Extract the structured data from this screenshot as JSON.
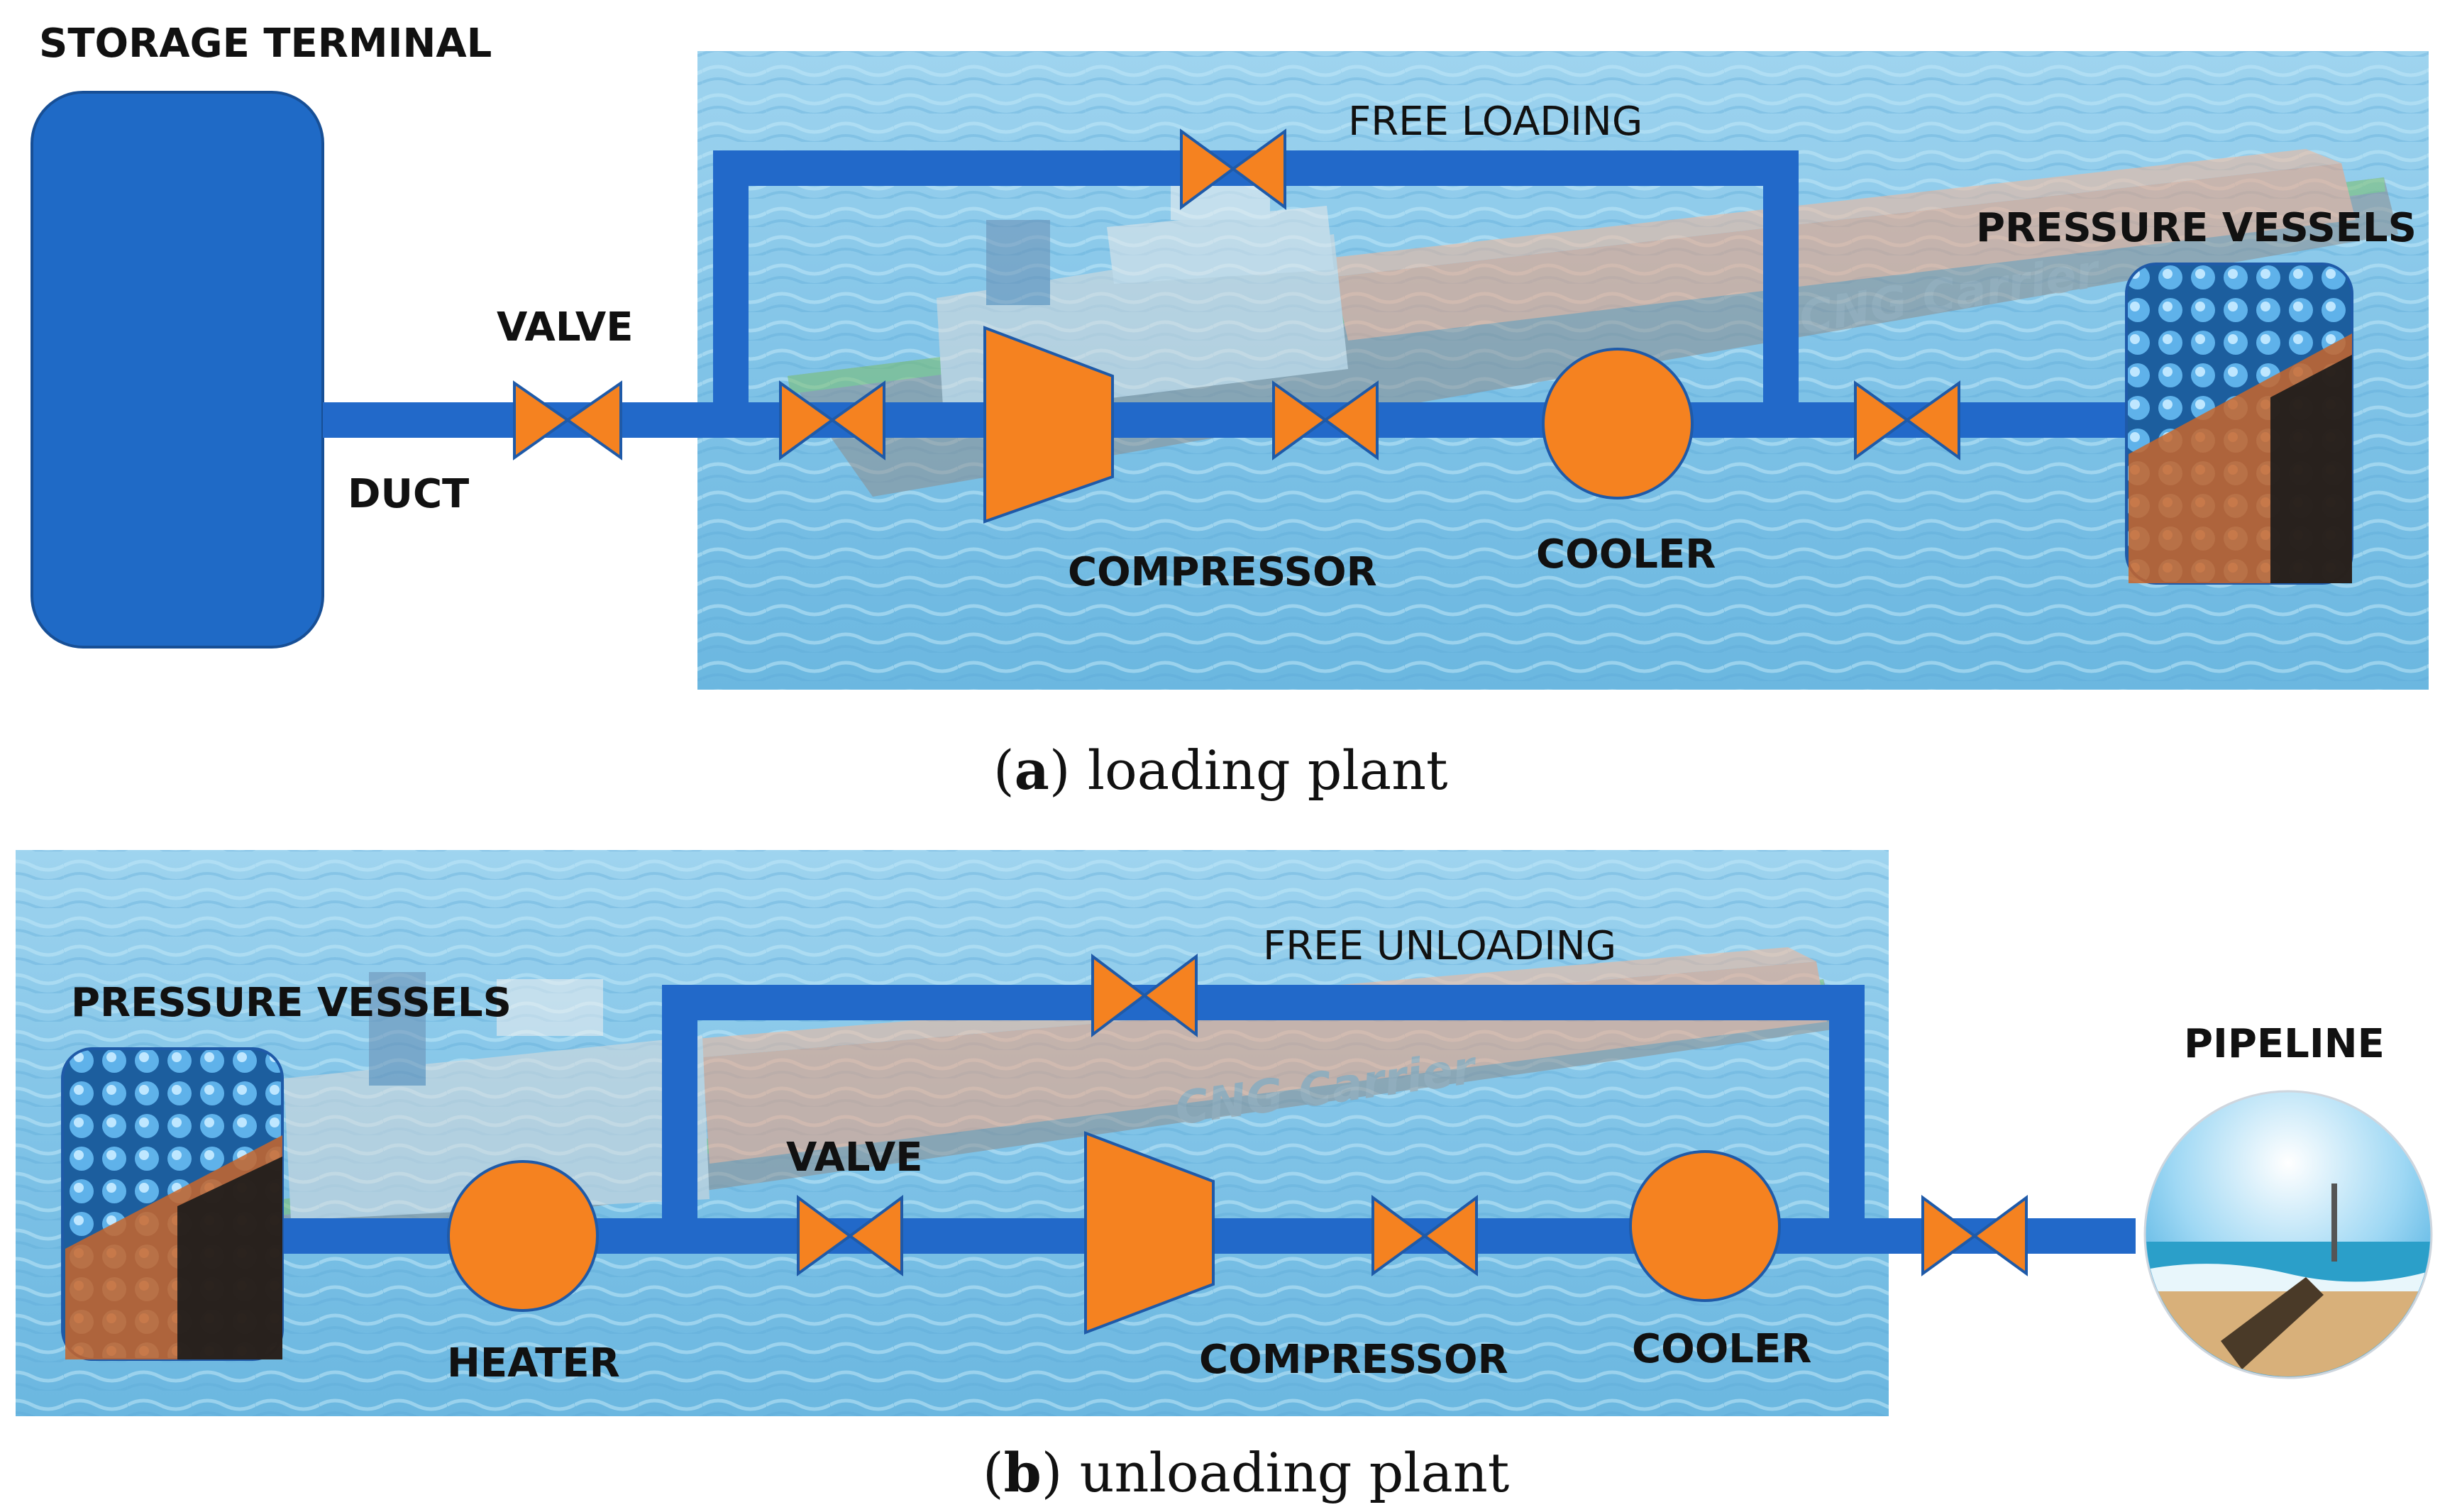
{
  "colors": {
    "pipe": "#2269c9",
    "terminal": "#1f6ac6",
    "equipment": "#f58220",
    "sea": "#7fc3e6",
    "hull_accent": "#f3a27c"
  },
  "panel_a": {
    "storage_terminal": "STORAGE TERMINAL",
    "valve": "VALVE",
    "duct": "DUCT",
    "free_loading": "FREE LOADING",
    "pressure_vessels": "PRESSURE VESSELS",
    "compressor": "COMPRESSOR",
    "cooler": "COOLER",
    "ship_name": "CNG Carrier",
    "caption_letter": "a",
    "caption_text": " loading plant"
  },
  "panel_b": {
    "free_unloading": "FREE UNLOADING",
    "pressure_vessels": "PRESSURE VESSELS",
    "valve": "VALVE",
    "pipeline": "PIPELINE",
    "heater": "HEATER",
    "compressor": "COMPRESSOR",
    "cooler": "COOLER",
    "ship_name": "CNG Carrier",
    "caption_letter": "b",
    "caption_text": " unloading plant"
  }
}
